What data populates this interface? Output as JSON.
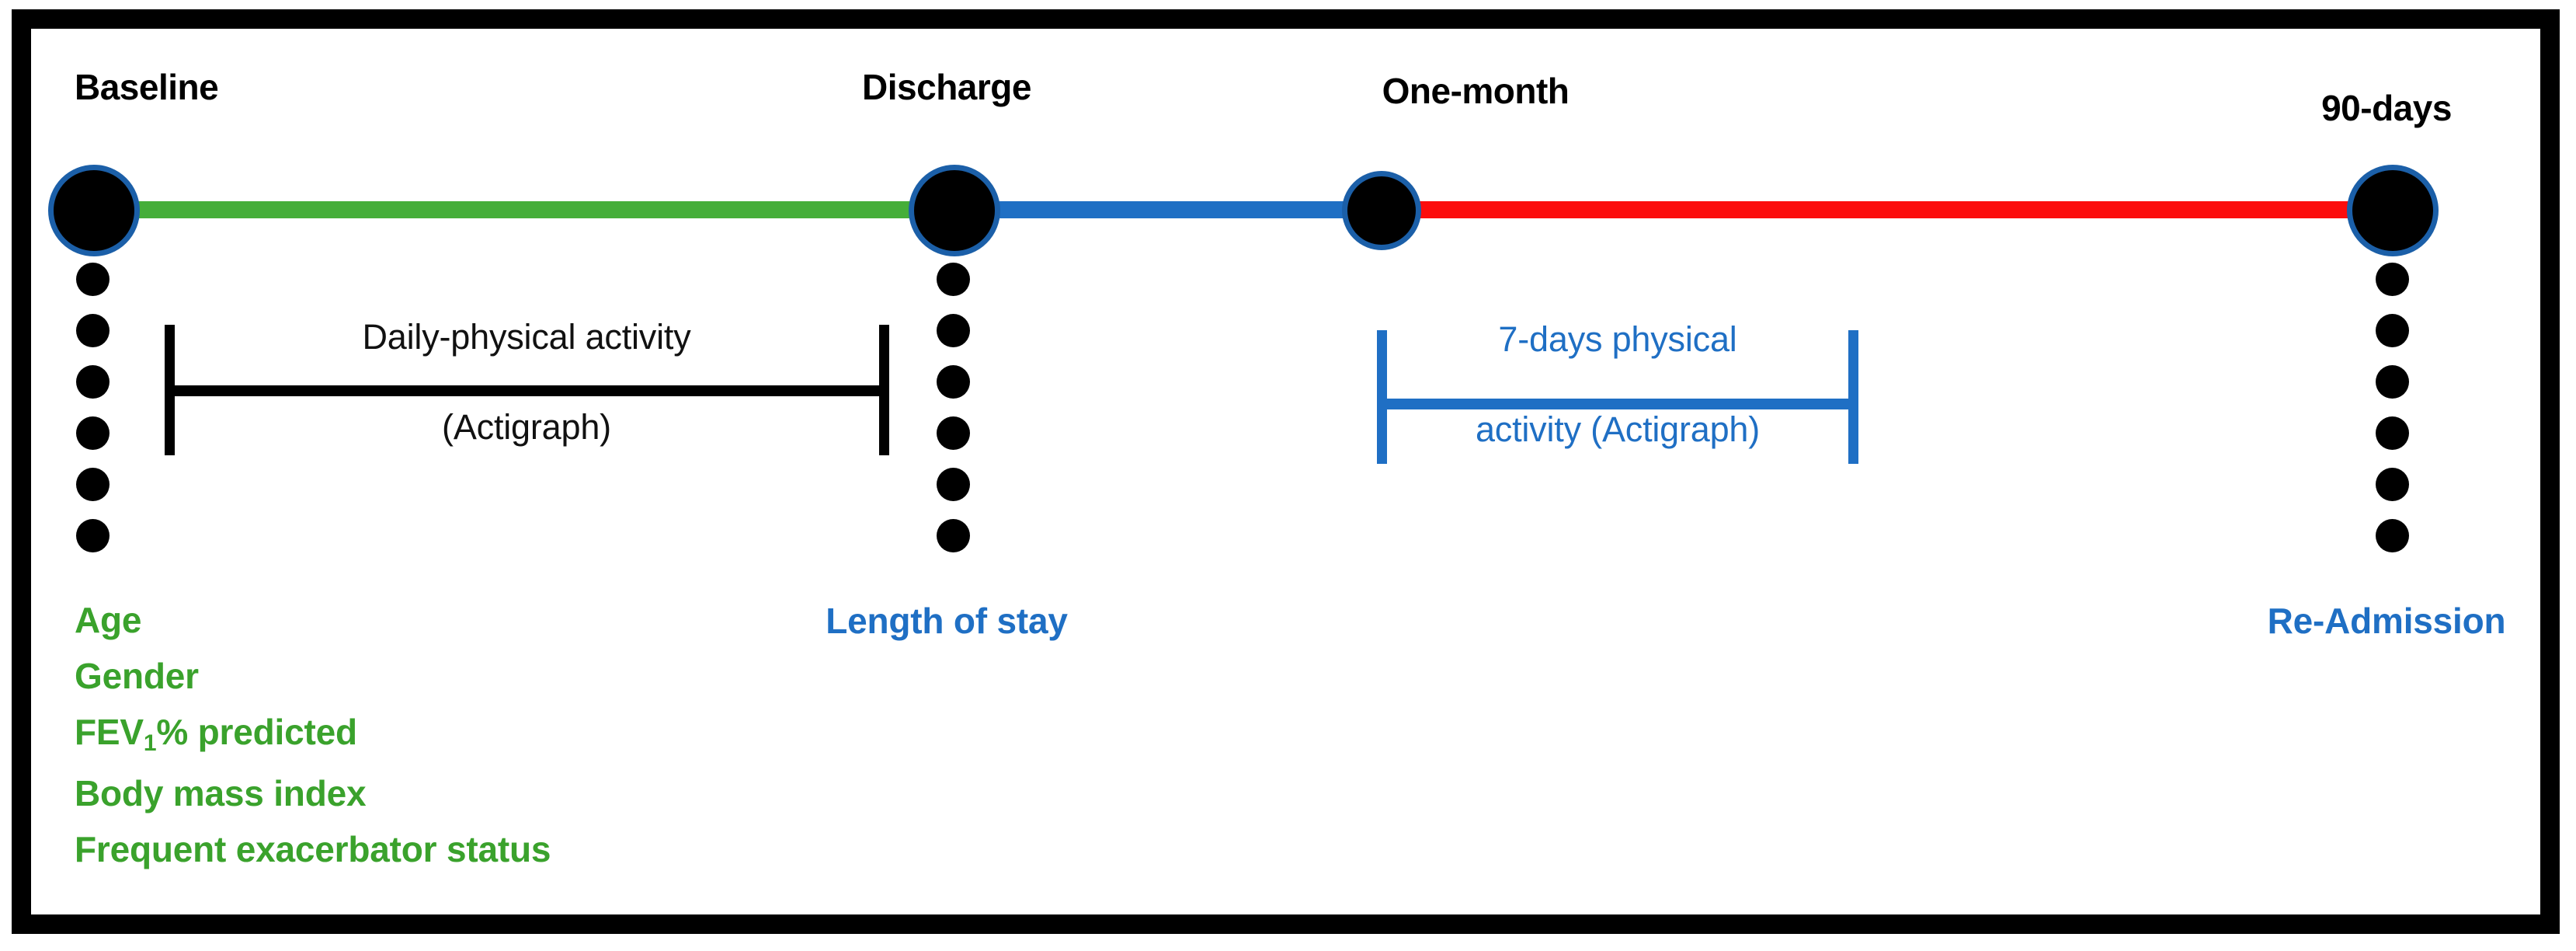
{
  "figure": {
    "type": "study-timeline-diagram",
    "border_color": "#000000",
    "background": "#ffffff"
  },
  "timeline": {
    "segments": [
      {
        "name": "baseline-to-discharge",
        "color": "#45AE39"
      },
      {
        "name": "discharge-to-one-month",
        "color": "#1F6FC4"
      },
      {
        "name": "one-month-to-90-days",
        "color": "#FC0D0D"
      }
    ],
    "timepoints": [
      {
        "id": "baseline",
        "label": "Baseline",
        "dot_count": 6
      },
      {
        "id": "discharge",
        "label": "Discharge",
        "dot_count": 6
      },
      {
        "id": "one-month",
        "label": "One-month",
        "dot_count": 0
      },
      {
        "id": "90-days",
        "label": "90-days",
        "dot_count": 6
      }
    ],
    "node_fill": "#000000",
    "node_stroke": "#1B5FA8"
  },
  "measurements": [
    {
      "id": "daily-physical-activity",
      "line1": "Daily-physical activity",
      "line2": "(Actigraph)",
      "color": "#111111",
      "bracket_color": "#000000"
    },
    {
      "id": "seven-days-physical-activity",
      "line1": "7-days physical",
      "line2": "activity (Actigraph)",
      "color": "#1F6FC4",
      "bracket_color": "#1F6FC4"
    }
  ],
  "covariates": {
    "color": "#3AA22C",
    "items": [
      {
        "text": "Age",
        "sub": null,
        "after": null
      },
      {
        "text": "Gender",
        "sub": null,
        "after": null
      },
      {
        "text": "FEV",
        "sub": "1",
        "after": "% predicted"
      },
      {
        "text": "Body mass index",
        "sub": null,
        "after": null
      },
      {
        "text": "Frequent exacerbator status",
        "sub": null,
        "after": null
      }
    ]
  },
  "outcomes": [
    {
      "id": "length-of-stay",
      "label": "Length of stay",
      "color": "#1F6FC4"
    },
    {
      "id": "re-admission",
      "label": "Re-Admission",
      "color": "#1F6FC4"
    }
  ]
}
